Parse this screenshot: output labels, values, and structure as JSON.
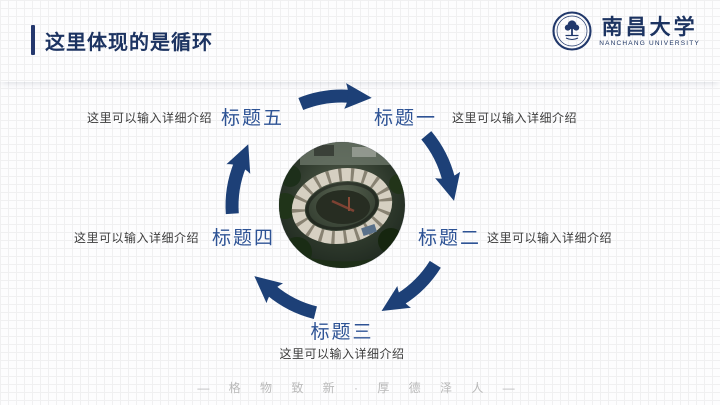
{
  "header": {
    "title": "这里体现的是循环"
  },
  "logo": {
    "cn": "南昌大学",
    "en": "NANCHANG UNIVERSITY"
  },
  "cycle": {
    "items": [
      {
        "label": "标题一",
        "desc": "这里可以输入详细介绍"
      },
      {
        "label": "标题二",
        "desc": "这里可以输入详细介绍"
      },
      {
        "label": "标题三",
        "desc": "这里可以输入详细介绍"
      },
      {
        "label": "标题四",
        "desc": "这里可以输入详细介绍"
      },
      {
        "label": "标题五",
        "desc": "这里可以输入详细介绍"
      }
    ]
  },
  "diagram": {
    "arrow_color": "#1d4077",
    "arrows": [
      {
        "from": -22,
        "to": 4
      },
      {
        "from": 50,
        "to": 76
      },
      {
        "from": 122,
        "to": 148
      },
      {
        "from": 194,
        "to": 220
      },
      {
        "from": 266,
        "to": 292
      }
    ]
  },
  "footer": {
    "motto": "— 格 物 致 新 · 厚 德 泽 人 —"
  },
  "colors": {
    "accent_navy": "#1c3361",
    "label_blue": "#2e5395",
    "desc_gray": "#3d3d3d",
    "arrow_navy": "#1d4077",
    "motto_gray": "#b9b9b9"
  }
}
